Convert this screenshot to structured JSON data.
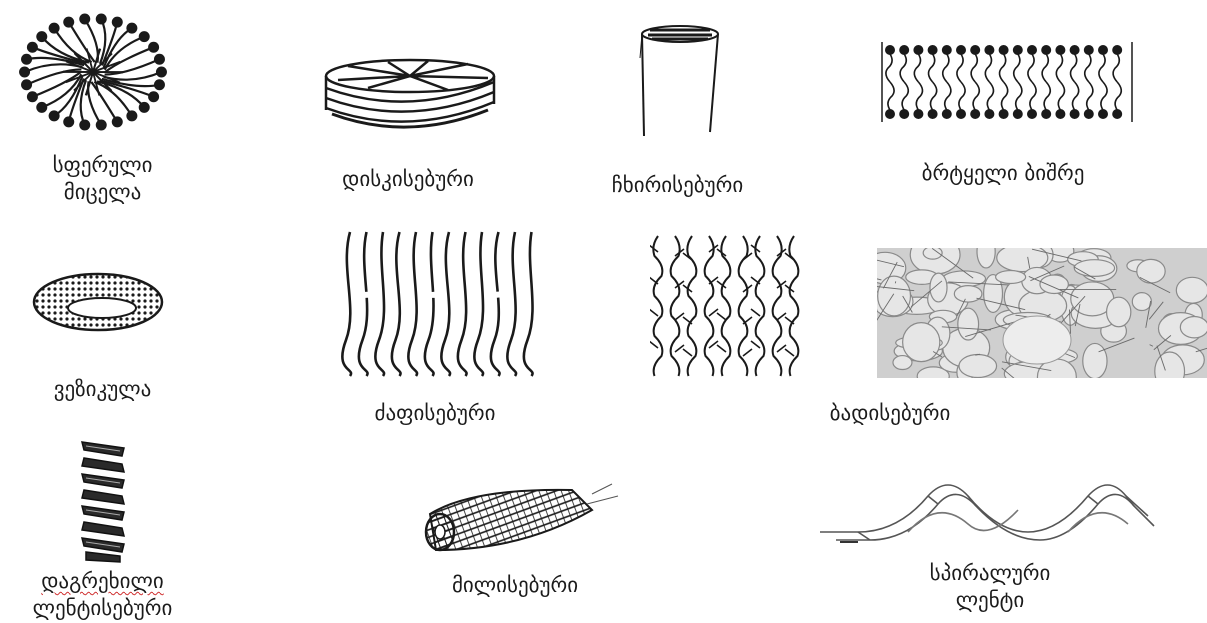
{
  "labels": {
    "spherical_micelle": [
      "სფერული",
      "მიცელა"
    ],
    "disc": "დისკისებური",
    "cylinder": "ჩხირისებური",
    "bilayer": "ბრტყელი ბიშრე",
    "vesicle": "ვეზიკულა",
    "fiber": "ძაფისებური",
    "network": "ბადისებური",
    "twisted_ribbon": [
      "დაგრეხილი",
      "ლენტისებური"
    ],
    "tube": "მილისებური",
    "helical_ribbon": [
      "სპირალური",
      "ლენტი"
    ]
  },
  "icons": {
    "spherical_micelle": "spherical-micelle-icon",
    "disc": "disc-stack-icon",
    "cylinder": "cylinder-rod-icon",
    "bilayer": "bilayer-icon",
    "vesicle": "vesicle-icon",
    "fiber": "fiber-strands-icon",
    "branched": "branched-fiber-icon",
    "network": "fiber-network-icon",
    "twisted_ribbon": "twisted-ribbon-icon",
    "tube": "tube-icon",
    "helical_ribbon": "helical-ribbon-icon"
  },
  "colors": {
    "ink": "#1a1a1a",
    "background": "#ffffff",
    "network_bg": "#cfcfcf"
  }
}
